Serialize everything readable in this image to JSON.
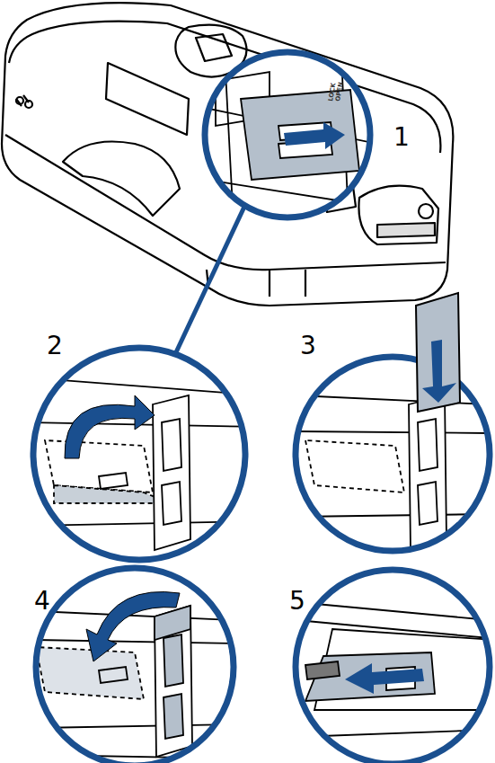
{
  "diagram": {
    "labels": [
      "1",
      "2",
      "3",
      "4",
      "5",
      "LOCK",
      "OPEN"
    ]
  }
}
